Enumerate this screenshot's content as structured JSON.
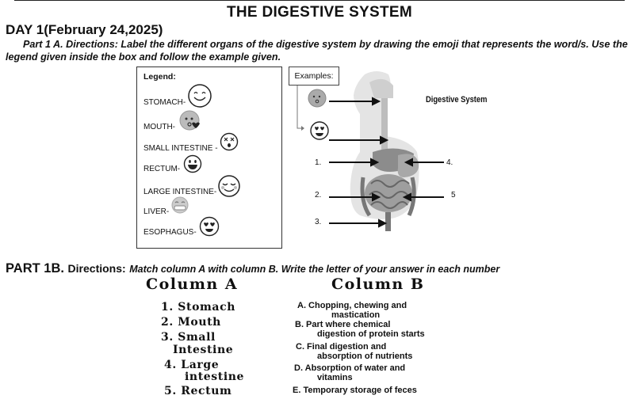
{
  "worksheet": {
    "title": "THE DIGESTIVE SYSTEM",
    "day": "DAY 1(February 24,2025)",
    "part1a_directions": "Part 1 A.  Directions: Label the different organs of the digestive system by drawing the emoji that represents the word/s. Use the legend given inside the box and follow the example given."
  },
  "legend": {
    "title": "Legend:",
    "items": [
      {
        "label": "STOMACH-",
        "emoji": "smiling-face"
      },
      {
        "label": "MOUTH-",
        "emoji": "kissing-face"
      },
      {
        "label": "SMALL INTESTINE -",
        "emoji": "dizzy-face"
      },
      {
        "label": "RECTUM-",
        "emoji": "grinning-face"
      },
      {
        "label": "LARGE INTESTINE-",
        "emoji": "relieved-face"
      },
      {
        "label": "LIVER-",
        "emoji": "grimacing-face"
      },
      {
        "label": "ESOPHAGUS-",
        "emoji": "heart-eyes-face"
      }
    ]
  },
  "diagram": {
    "examples_label": "Examples:",
    "system_label": "Digestive System",
    "numbers": [
      "1.",
      "2.",
      "3.",
      "4.",
      "5"
    ]
  },
  "part1b": {
    "heading": "PART 1B.",
    "directions_word": "Directions:",
    "directions": "Match column A with column B. Write the letter of your answer in each number"
  },
  "column_a": {
    "heading": "Column A",
    "items": [
      "1. Stomach",
      "2. Mouth",
      "3. Small",
      "Intestine",
      "4. Large",
      "intestine",
      "5. Rectum"
    ]
  },
  "column_b": {
    "heading": "Column B",
    "items": [
      "A. Chopping, chewing and",
      "mastication",
      "B. Part where chemical",
      "digestion of protein starts",
      "C.  Final digestion and",
      "absorption of nutrients",
      "D.  Absorption of water and",
      "vitamins",
      "E.  Temporary storage of feces"
    ]
  }
}
